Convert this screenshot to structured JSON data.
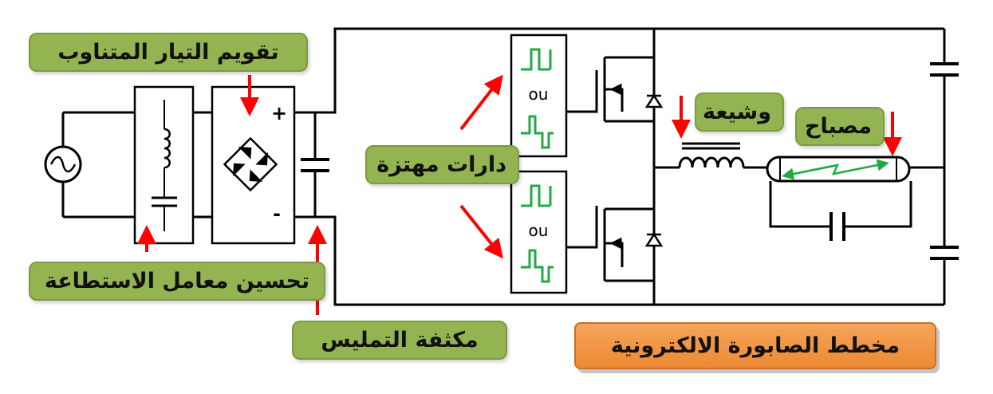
{
  "diagram": {
    "title": "مخطط الصابورة الالكترونية",
    "labels": {
      "ac_rectifier": "تقويم التيار المتناوب",
      "power_factor": "تحسين معامل الاستطاعة",
      "smoothing_capacitor": "مكثفة التمليس",
      "oscillator_circuits": "دارات مهتزة",
      "coil": "وشيعة",
      "lamp": "مصباح"
    },
    "waveform_or_top": "ou",
    "waveform_or_bottom": "ou",
    "polarity_plus": "+",
    "polarity_minus": "-",
    "colors": {
      "label_bg": "#93b451",
      "title_bg": "#ec8a33",
      "arrow": "#ff0000",
      "waveform": "#22aa44",
      "wire": "#000000"
    }
  }
}
